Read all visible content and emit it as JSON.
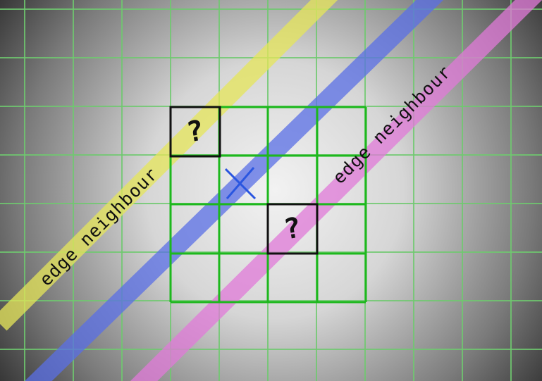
{
  "colors": {
    "background_center": "#f2f2f2",
    "background_edge": "#1c1c1c",
    "grid_faint": "#6ec96e",
    "grid_main": "#1db81d",
    "band_yellow": "#e6e65a",
    "band_blue": "#5a6fe6",
    "band_pink": "#e07ad8",
    "marker_x": "#2a56e0",
    "candidate_box": "#111111"
  },
  "labels": {
    "yellow_band": "edge neighbour",
    "pink_band": "edge neighbour"
  },
  "candidates": {
    "top_left": "?",
    "bottom_right": "?"
  },
  "marker": "x-cross"
}
